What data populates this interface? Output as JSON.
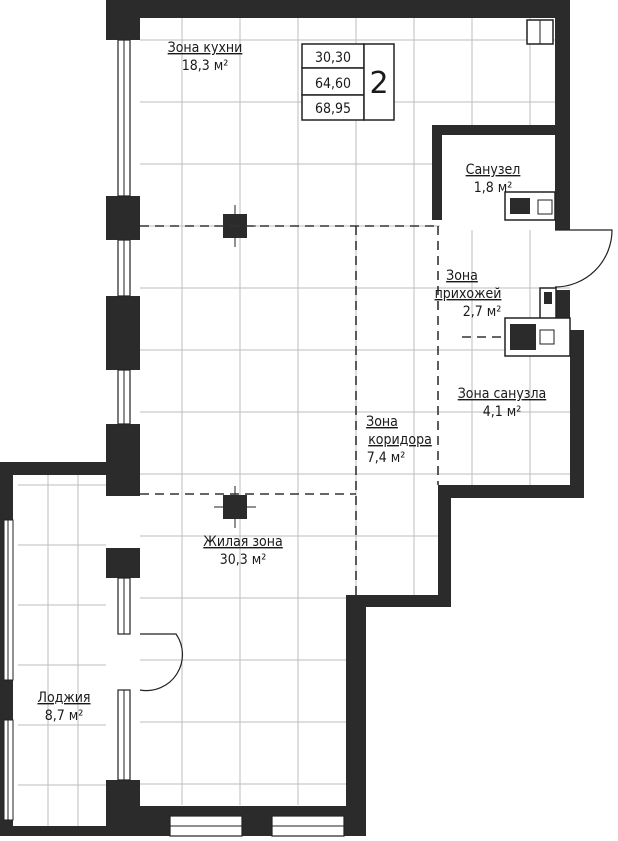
{
  "plan": {
    "apartment_number": "2",
    "areas": [
      "30,30",
      "64,60",
      "68,95"
    ]
  },
  "rooms": {
    "kitchen": {
      "name": "Зона кухни",
      "area": "18,3 м²"
    },
    "bathroom": {
      "name": "Санузел",
      "area": "1,8 м²"
    },
    "hallway": {
      "name_line1": "Зона",
      "name_line2": "прихожей",
      "area": "2,7 м²"
    },
    "bath_zone": {
      "name": "Зона санузла",
      "area": "4,1 м²"
    },
    "corridor": {
      "name_line1": "Зона",
      "name_line2": "коридора",
      "area": "7,4 м²"
    },
    "living": {
      "name": "Жилая зона",
      "area": "30,3 м²"
    },
    "loggia": {
      "name": "Лоджия",
      "area": "8,7 м²"
    }
  },
  "colors": {
    "wall": "#2b2b2b",
    "grid": "#bdbdbd",
    "background": "#ffffff"
  }
}
